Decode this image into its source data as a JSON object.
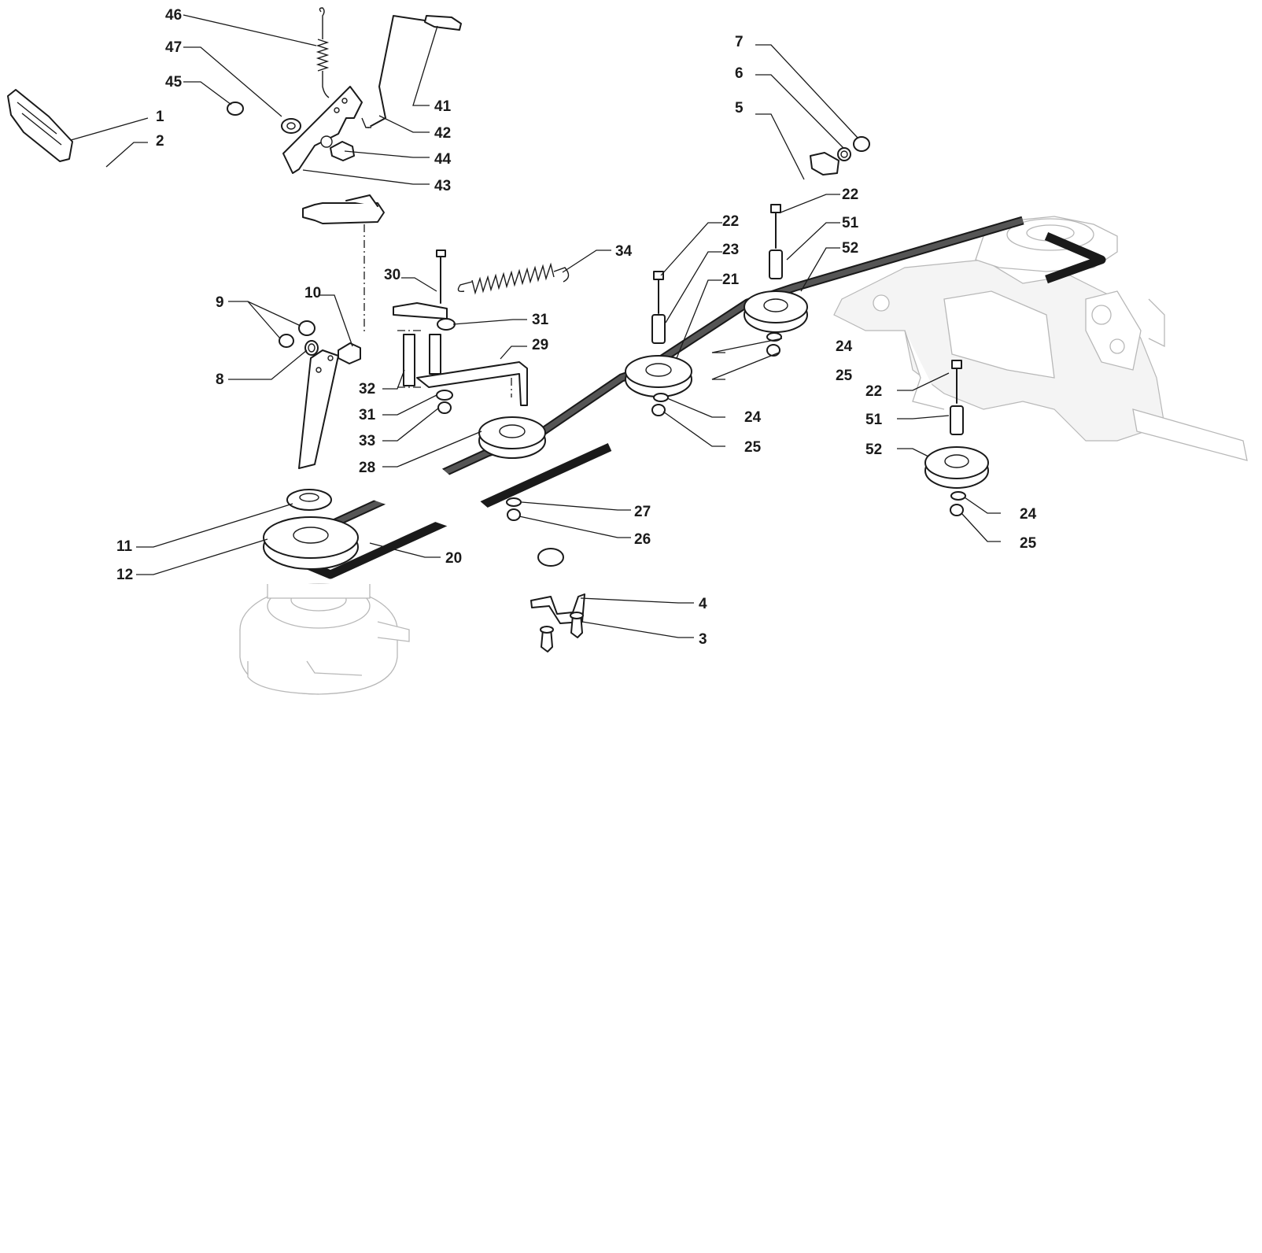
{
  "callouts": [
    {
      "id": "46",
      "label": "46"
    },
    {
      "id": "47",
      "label": "47"
    },
    {
      "id": "45",
      "label": "45"
    },
    {
      "id": "1",
      "label": "1"
    },
    {
      "id": "2",
      "label": "2"
    },
    {
      "id": "41",
      "label": "41"
    },
    {
      "id": "42",
      "label": "42"
    },
    {
      "id": "44",
      "label": "44"
    },
    {
      "id": "43",
      "label": "43"
    },
    {
      "id": "7",
      "label": "7"
    },
    {
      "id": "6",
      "label": "6"
    },
    {
      "id": "5",
      "label": "5"
    },
    {
      "id": "22a",
      "label": "22"
    },
    {
      "id": "51a",
      "label": "51"
    },
    {
      "id": "52a",
      "label": "52"
    },
    {
      "id": "22b",
      "label": "22"
    },
    {
      "id": "23",
      "label": "23"
    },
    {
      "id": "21",
      "label": "21"
    },
    {
      "id": "34",
      "label": "34"
    },
    {
      "id": "30",
      "label": "30"
    },
    {
      "id": "31a",
      "label": "31"
    },
    {
      "id": "29",
      "label": "29"
    },
    {
      "id": "32",
      "label": "32"
    },
    {
      "id": "31b",
      "label": "31"
    },
    {
      "id": "33",
      "label": "33"
    },
    {
      "id": "28",
      "label": "28"
    },
    {
      "id": "9",
      "label": "9"
    },
    {
      "id": "10",
      "label": "10"
    },
    {
      "id": "8",
      "label": "8"
    },
    {
      "id": "24a",
      "label": "24"
    },
    {
      "id": "25a",
      "label": "25"
    },
    {
      "id": "24b",
      "label": "24"
    },
    {
      "id": "25b",
      "label": "25"
    },
    {
      "id": "22c",
      "label": "22"
    },
    {
      "id": "51b",
      "label": "51"
    },
    {
      "id": "52b",
      "label": "52"
    },
    {
      "id": "24c",
      "label": "24"
    },
    {
      "id": "25c",
      "label": "25"
    },
    {
      "id": "27",
      "label": "27"
    },
    {
      "id": "26",
      "label": "26"
    },
    {
      "id": "11",
      "label": "11"
    },
    {
      "id": "12",
      "label": "12"
    },
    {
      "id": "20",
      "label": "20"
    },
    {
      "id": "4",
      "label": "4"
    },
    {
      "id": "3",
      "label": "3"
    }
  ]
}
